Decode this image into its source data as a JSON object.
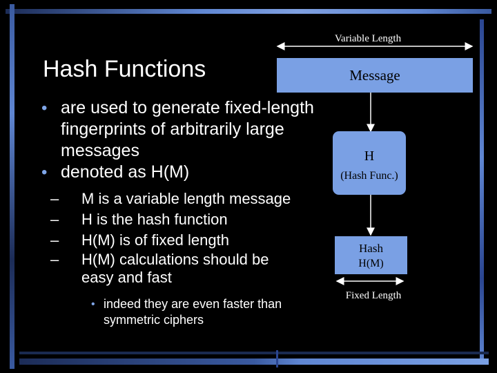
{
  "slide": {
    "title": "Hash Functions",
    "bullets": [
      "are used to generate fixed-length fingerprints of arbitrarily large messages",
      "denoted as H(M)"
    ],
    "sub_bullets": [
      "M is a variable length message",
      "H is the hash function",
      "H(M) is of fixed length",
      "H(M) calculations should be easy and fast"
    ],
    "sub_sub_bullets": [
      "indeed they are even faster than symmetric ciphers"
    ],
    "bullet_glyph": "•",
    "dash_glyph": "–"
  },
  "diagram": {
    "variable_length_label": "Variable Length",
    "message_label": "Message",
    "hash_func_symbol": "H",
    "hash_func_label": "(Hash Func.)",
    "hash_label": "Hash",
    "hash_output_label": "H(M)",
    "fixed_length_label": "Fixed Length"
  },
  "colors": {
    "background": "#000000",
    "box_fill": "#7aa0e4",
    "accent_bullet": "#7fa6e8",
    "frame_light": "#5f86d2",
    "frame_dark": "#1c2c57"
  }
}
